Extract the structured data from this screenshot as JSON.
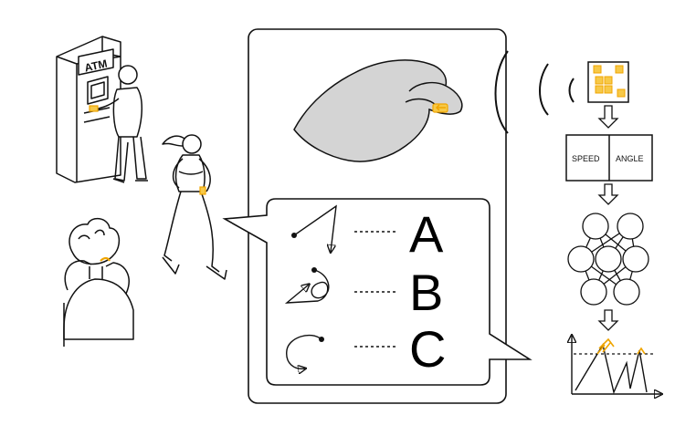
{
  "scenes": {
    "atm_sign": "ATM"
  },
  "gestures": [
    {
      "label": "A"
    },
    {
      "label": "B"
    },
    {
      "label": "C"
    }
  ],
  "pipeline": {
    "speed_label": "SPEED",
    "angle_label": "ANGLE"
  },
  "colors": {
    "accent": "#f0a500",
    "accent_fill": "#f7c948",
    "skin_fill": "#d4d4d4",
    "ink": "#111111"
  }
}
